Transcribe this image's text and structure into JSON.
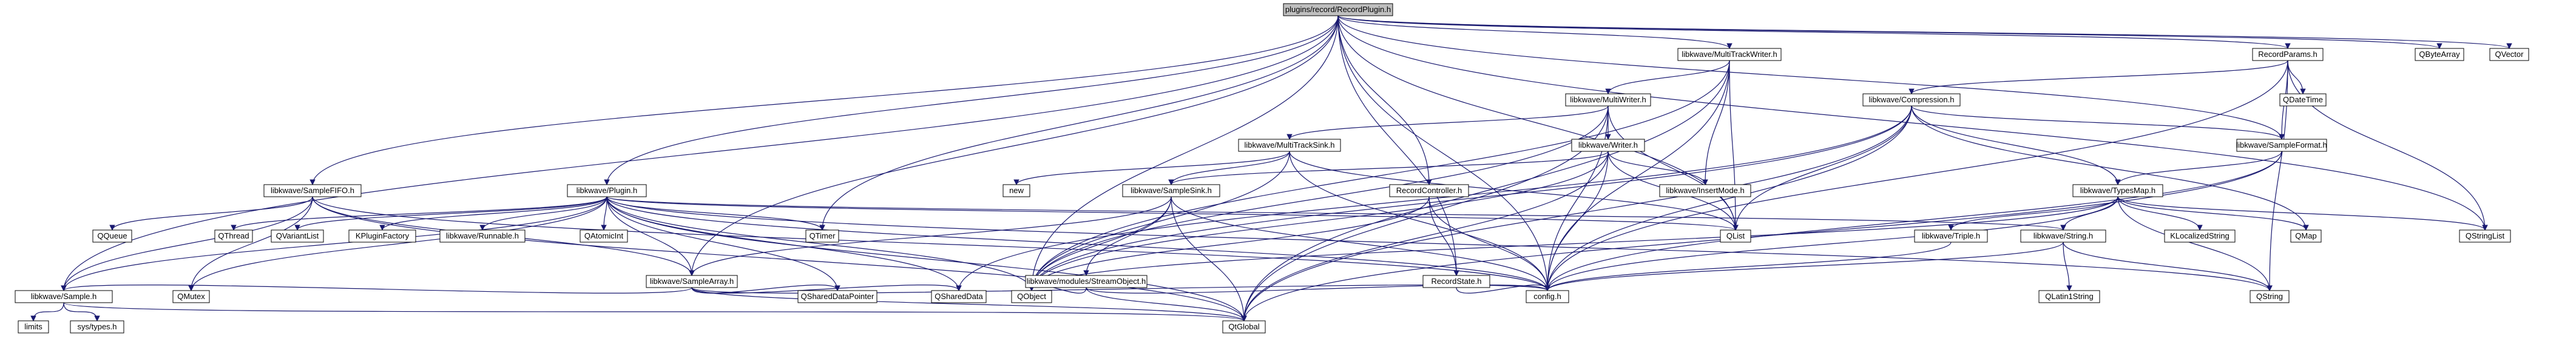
{
  "graph": {
    "root": "plugins/record/RecordPlugin.h",
    "colors": {
      "edge": "#191970",
      "root_fill": "#bfbfbf",
      "node_border": "#000000",
      "external_border": "#bfbfbf"
    },
    "nodes": [
      {
        "id": "root",
        "label": "plugins/record/RecordPlugin.h",
        "kind": "root"
      },
      {
        "id": "mtw",
        "label": "libkwave/MultiTrackWriter.h"
      },
      {
        "id": "rp",
        "label": "RecordParams.h"
      },
      {
        "id": "qbytearray",
        "label": "QByteArray",
        "kind": "external"
      },
      {
        "id": "qvector",
        "label": "QVector",
        "kind": "external"
      },
      {
        "id": "mw",
        "label": "libkwave/MultiWriter.h"
      },
      {
        "id": "comp",
        "label": "libkwave/Compression.h"
      },
      {
        "id": "qdatetime",
        "label": "QDateTime",
        "kind": "external"
      },
      {
        "id": "mts",
        "label": "libkwave/MultiTrackSink.h"
      },
      {
        "id": "writer",
        "label": "libkwave/Writer.h"
      },
      {
        "id": "sformat",
        "label": "libkwave/SampleFormat.h"
      },
      {
        "id": "new",
        "label": "new",
        "kind": "external"
      },
      {
        "id": "sfifo",
        "label": "libkwave/SampleFIFO.h"
      },
      {
        "id": "plugin",
        "label": "libkwave/Plugin.h"
      },
      {
        "id": "ssink",
        "label": "libkwave/SampleSink.h"
      },
      {
        "id": "rc",
        "label": "RecordController.h"
      },
      {
        "id": "insm",
        "label": "libkwave/InsertMode.h"
      },
      {
        "id": "tmap",
        "label": "libkwave/TypesMap.h"
      },
      {
        "id": "qqueue",
        "label": "QQueue",
        "kind": "external"
      },
      {
        "id": "qthread",
        "label": "QThread",
        "kind": "external"
      },
      {
        "id": "qvariantlist",
        "label": "QVariantList",
        "kind": "external"
      },
      {
        "id": "kpf",
        "label": "KPluginFactory",
        "kind": "external"
      },
      {
        "id": "runnable",
        "label": "libkwave/Runnable.h"
      },
      {
        "id": "qatomicint",
        "label": "QAtomicInt",
        "kind": "external"
      },
      {
        "id": "qtimer",
        "label": "QTimer",
        "kind": "external"
      },
      {
        "id": "qlist",
        "label": "QList",
        "kind": "external"
      },
      {
        "id": "triple",
        "label": "libkwave/Triple.h"
      },
      {
        "id": "string",
        "label": "libkwave/String.h"
      },
      {
        "id": "klocstr",
        "label": "KLocalizedString",
        "kind": "external"
      },
      {
        "id": "qmap",
        "label": "QMap",
        "kind": "external"
      },
      {
        "id": "qstringlist",
        "label": "QStringList",
        "kind": "external"
      },
      {
        "id": "sarray",
        "label": "libkwave/SampleArray.h"
      },
      {
        "id": "streamobj",
        "label": "libkwave/modules/StreamObject.h"
      },
      {
        "id": "rstate",
        "label": "RecordState.h"
      },
      {
        "id": "sample",
        "label": "libkwave/Sample.h"
      },
      {
        "id": "qmutex",
        "label": "QMutex",
        "kind": "external"
      },
      {
        "id": "qsdp",
        "label": "QSharedDataPointer",
        "kind": "external"
      },
      {
        "id": "qshareddata",
        "label": "QSharedData",
        "kind": "external"
      },
      {
        "id": "qobject",
        "label": "QObject",
        "kind": "external"
      },
      {
        "id": "config",
        "label": "config.h",
        "kind": "external"
      },
      {
        "id": "qlatin1string",
        "label": "QLatin1String",
        "kind": "external"
      },
      {
        "id": "qstring",
        "label": "QString",
        "kind": "external"
      },
      {
        "id": "limits",
        "label": "limits",
        "kind": "external"
      },
      {
        "id": "systypes",
        "label": "sys/types.h",
        "kind": "external"
      },
      {
        "id": "qglobal",
        "label": "QtGlobal",
        "kind": "external"
      }
    ],
    "edges": [
      [
        "root",
        "mtw"
      ],
      [
        "root",
        "rp"
      ],
      [
        "root",
        "qbytearray"
      ],
      [
        "root",
        "qvector"
      ],
      [
        "root",
        "sfifo"
      ],
      [
        "root",
        "plugin"
      ],
      [
        "root",
        "sample"
      ],
      [
        "root",
        "sformat"
      ],
      [
        "root",
        "rc"
      ],
      [
        "root",
        "rstate"
      ],
      [
        "root",
        "qtimer"
      ],
      [
        "root",
        "config"
      ],
      [
        "root",
        "qstringlist"
      ],
      [
        "root",
        "qlist"
      ],
      [
        "root",
        "qobject"
      ],
      [
        "root",
        "sarray"
      ],
      [
        "mtw",
        "mw"
      ],
      [
        "mtw",
        "qobject"
      ],
      [
        "mtw",
        "insm"
      ],
      [
        "mtw",
        "qlist"
      ],
      [
        "mtw",
        "config"
      ],
      [
        "mtw",
        "qglobal"
      ],
      [
        "rp",
        "comp"
      ],
      [
        "rp",
        "qdatetime"
      ],
      [
        "rp",
        "sformat"
      ],
      [
        "rp",
        "qstringlist"
      ],
      [
        "rp",
        "qstring"
      ],
      [
        "rp",
        "config"
      ],
      [
        "mw",
        "mts"
      ],
      [
        "mw",
        "writer"
      ],
      [
        "mw",
        "qlist"
      ],
      [
        "mw",
        "qobject"
      ],
      [
        "mw",
        "config"
      ],
      [
        "mw",
        "qglobal"
      ],
      [
        "comp",
        "sformat"
      ],
      [
        "comp",
        "qmap"
      ],
      [
        "comp",
        "qlist"
      ],
      [
        "comp",
        "config"
      ],
      [
        "comp",
        "qglobal"
      ],
      [
        "comp",
        "qobject"
      ],
      [
        "comp",
        "tmap"
      ],
      [
        "comp",
        "qshareddata"
      ],
      [
        "mts",
        "ssink"
      ],
      [
        "mts",
        "qlist"
      ],
      [
        "mts",
        "qobject"
      ],
      [
        "mts",
        "new"
      ],
      [
        "mts",
        "config"
      ],
      [
        "writer",
        "insm"
      ],
      [
        "writer",
        "ssink"
      ],
      [
        "writer",
        "qobject"
      ],
      [
        "writer",
        "config"
      ],
      [
        "writer",
        "qglobal"
      ],
      [
        "writer",
        "qlist"
      ],
      [
        "sformat",
        "tmap"
      ],
      [
        "sformat",
        "config"
      ],
      [
        "sformat",
        "qglobal"
      ],
      [
        "sfifo",
        "sarray"
      ],
      [
        "sfifo",
        "qqueue"
      ],
      [
        "sfifo",
        "qmutex"
      ],
      [
        "sfifo",
        "config"
      ],
      [
        "sfifo",
        "qglobal"
      ],
      [
        "sfifo",
        "sample"
      ],
      [
        "plugin",
        "sample"
      ],
      [
        "plugin",
        "qthread"
      ],
      [
        "plugin",
        "qvariantlist"
      ],
      [
        "plugin",
        "kpf"
      ],
      [
        "plugin",
        "runnable"
      ],
      [
        "plugin",
        "qatomicint"
      ],
      [
        "plugin",
        "qmutex"
      ],
      [
        "plugin",
        "qtimer"
      ],
      [
        "plugin",
        "qlist"
      ],
      [
        "plugin",
        "qobject"
      ],
      [
        "plugin",
        "config"
      ],
      [
        "plugin",
        "qglobal"
      ],
      [
        "plugin",
        "qstring"
      ],
      [
        "plugin",
        "string"
      ],
      [
        "plugin",
        "sarray"
      ],
      [
        "plugin",
        "qsdp"
      ],
      [
        "plugin",
        "qshareddata"
      ],
      [
        "ssink",
        "sarray"
      ],
      [
        "ssink",
        "streamobj"
      ],
      [
        "ssink",
        "qobject"
      ],
      [
        "ssink",
        "config"
      ],
      [
        "ssink",
        "qglobal"
      ],
      [
        "rc",
        "rstate"
      ],
      [
        "rc",
        "qobject"
      ],
      [
        "rc",
        "config"
      ],
      [
        "tmap",
        "triple"
      ],
      [
        "tmap",
        "string"
      ],
      [
        "tmap",
        "klocstr"
      ],
      [
        "tmap",
        "qmap"
      ],
      [
        "tmap",
        "qstringlist"
      ],
      [
        "tmap",
        "config"
      ],
      [
        "tmap",
        "qstring"
      ],
      [
        "tmap",
        "qobject"
      ],
      [
        "triple",
        "config"
      ],
      [
        "string",
        "qlatin1string"
      ],
      [
        "string",
        "qstring"
      ],
      [
        "string",
        "config"
      ],
      [
        "sarray",
        "sample"
      ],
      [
        "sarray",
        "qsdp"
      ],
      [
        "sarray",
        "qshareddata"
      ],
      [
        "sarray",
        "config"
      ],
      [
        "sarray",
        "qglobal"
      ],
      [
        "streamobj",
        "qobject"
      ],
      [
        "streamobj",
        "config"
      ],
      [
        "streamobj",
        "qglobal"
      ],
      [
        "rstate",
        "config"
      ],
      [
        "sample",
        "limits"
      ],
      [
        "sample",
        "systypes"
      ],
      [
        "sample",
        "qglobal"
      ]
    ]
  }
}
